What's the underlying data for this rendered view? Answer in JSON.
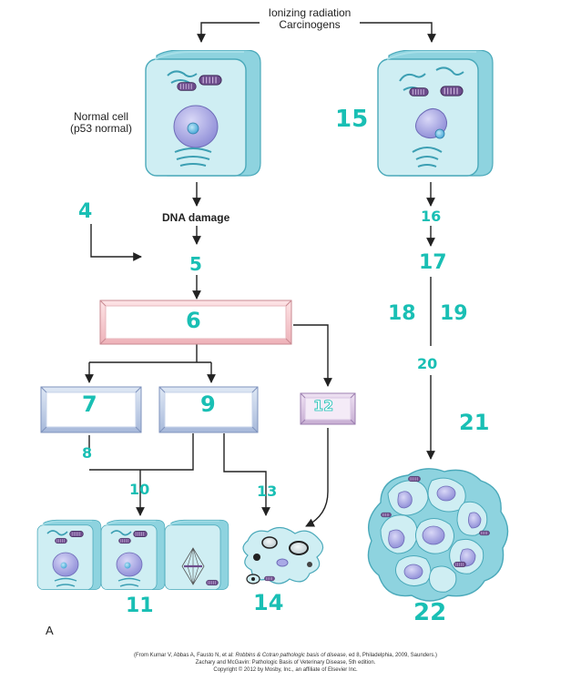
{
  "labels": {
    "trigger_line1": "Ionizing radiation",
    "trigger_line2": "Carcinogens",
    "normal_cell_line1": "Normal cell",
    "normal_cell_line2": "(p53 normal)",
    "dna_damage": "DNA damage",
    "panel_letter": "A"
  },
  "handwritten_numbers": {
    "n4": "4",
    "n5": "5",
    "n6": "6",
    "n7": "7",
    "n8": "8",
    "n9": "9",
    "n10": "10",
    "n11": "11",
    "n12": "12",
    "n13": "13",
    "n14": "14",
    "n15": "15",
    "n16": "16",
    "n17": "17",
    "n18": "18",
    "n19": "19",
    "n20": "20",
    "n21": "21",
    "n22": "22"
  },
  "credit": {
    "line1_prefix": "(From Kumar V, Abbas A, Fausto N, et al: ",
    "line1_italic": "Robbins & Cotran pathologic basis of disease,",
    "line1_suffix": " ed 8, Philadelphia, 2009, Saunders.)",
    "line2": "Zachary and McGavin: Pathologic Basis of Veterinary Disease, 5th edition.",
    "line3": "Copyright © 2012 by Mosby, Inc., an affiliate of Elsevier Inc."
  },
  "colors": {
    "cell_fill": "#cfeef3",
    "cell_side": "#8ed3df",
    "cell_edge": "#4aa9ba",
    "nucleus": "#a9a9e6",
    "mitochondria": "#6d4c8c",
    "pink_box": "#f6c6cc",
    "blue_box": "#bccbe4",
    "purple_box": "#d8c4e0",
    "handwriting": "#19bfb4"
  }
}
